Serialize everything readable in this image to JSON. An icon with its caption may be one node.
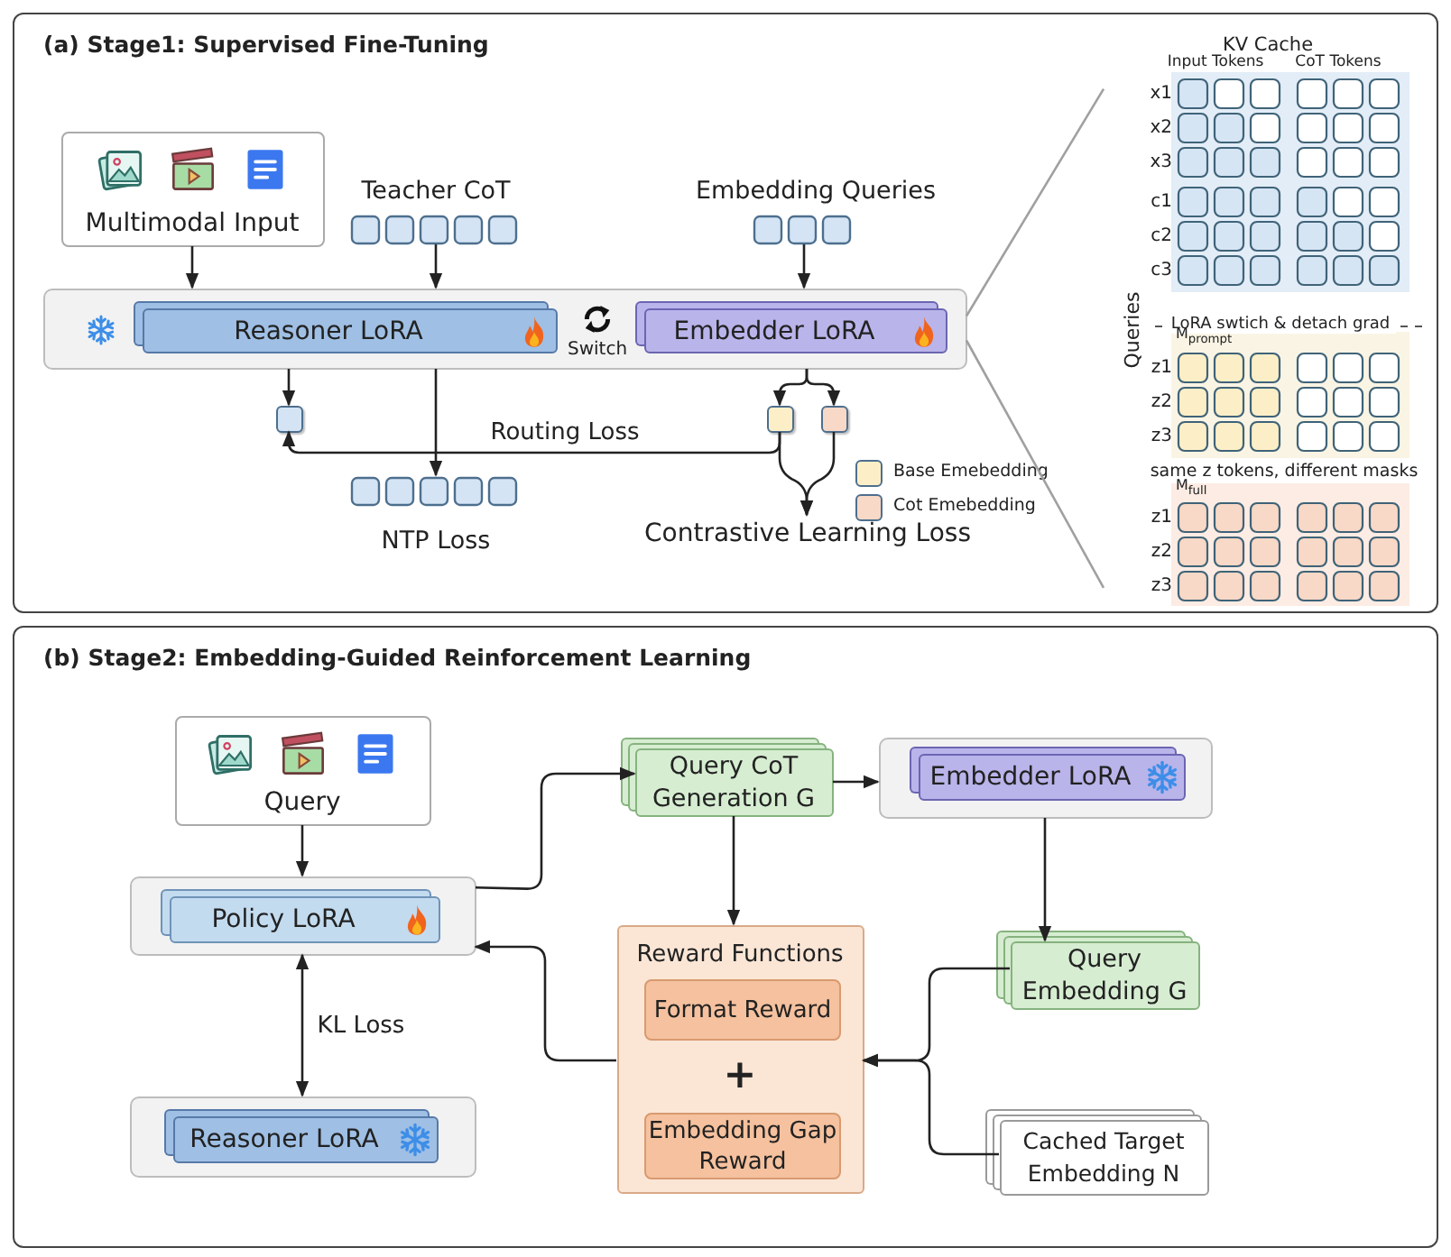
{
  "diagram": {
    "nodes": [
      {
        "text": [
          "(a) Stage1: Supervised Fine-Tuning"
        ]
      },
      {
        "text": [
          "Multimodal Input"
        ],
        "in": 0
      },
      {
        "text": [
          "Teacher CoT"
        ],
        "in": 0
      },
      {
        "text": [
          "Embedding Queries"
        ],
        "in": 0
      },
      {
        "text": [],
        "shape": "box",
        "in": 0
      },
      {
        "text": [
          "Reasoner LoRA"
        ],
        "in": 4
      },
      {
        "text": [
          "Embedder LoRA"
        ],
        "in": 4
      },
      {
        "text": [],
        "shape": "box",
        "in": 0
      },
      {
        "text": [],
        "shape": "box",
        "in": 0
      },
      {
        "text": [],
        "shape": "box",
        "in": 0
      },
      {
        "text": [
          "NTP Loss"
        ],
        "in": 0
      },
      {
        "text": [
          "Contrastive Learning Loss"
        ],
        "in": 0
      },
      {
        "text": [
          "KV Cache"
        ],
        "in": 0
      },
      {
        "text": [
          "(b) Stage2: Embedding-Guided Reinforcement Learning"
        ]
      },
      {
        "text": [
          "Query"
        ],
        "in": 13
      },
      {
        "text": [],
        "shape": "box",
        "in": 13
      },
      {
        "text": [
          "Policy LoRA"
        ],
        "in": 15
      },
      {
        "text": [],
        "shape": "box",
        "in": 13
      },
      {
        "text": [
          "Reasoner LoRA"
        ],
        "in": 17
      },
      {
        "text": [
          "Query CoT Generation G"
        ],
        "in": 13
      },
      {
        "text": [],
        "shape": "box",
        "in": 13
      },
      {
        "text": [
          "Embedder LoRA"
        ],
        "in": 20
      },
      {
        "text": [
          "Query Embedding G"
        ],
        "in": 13
      },
      {
        "text": [
          "Reward Functions"
        ],
        "in": 13
      },
      {
        "text": [
          "Format Reward"
        ],
        "in": 23
      },
      {
        "text": [
          "Embedding Gap Reward"
        ],
        "in": 23
      },
      {
        "text": [
          "Cached Target Embedding N"
        ],
        "in": 13
      }
    ],
    "edges": [
      {
        "from": 1,
        "to": 4,
        "arrow": "to"
      },
      {
        "from": 2,
        "to": 4,
        "arrow": "to"
      },
      {
        "from": 3,
        "to": 4,
        "arrow": "to"
      },
      {
        "from": 4,
        "to": 7,
        "arrow": "to"
      },
      {
        "from": 4,
        "to": 10,
        "arrow": "to"
      },
      {
        "from": 4,
        "to": 8,
        "arrow": "to"
      },
      {
        "from": 4,
        "to": 9,
        "arrow": "to"
      },
      {
        "from": 8,
        "to": 11,
        "arrow": "to"
      },
      {
        "from": 9,
        "to": 11,
        "arrow": "to"
      },
      {
        "from": 8,
        "to": 7,
        "arrow": "to",
        "label": "Routing Loss"
      },
      {
        "from": 4,
        "to": 12,
        "arrow": "none",
        "color": "#a0a0a0"
      },
      {
        "from": 4,
        "to": 12,
        "arrow": "none",
        "color": "#a0a0a0"
      },
      {
        "from": 14,
        "to": 15,
        "arrow": "to"
      },
      {
        "from": 15,
        "to": 19,
        "arrow": "to"
      },
      {
        "from": 19,
        "to": 20,
        "arrow": "to"
      },
      {
        "from": 19,
        "to": 23,
        "arrow": "to"
      },
      {
        "from": 20,
        "to": 22,
        "arrow": "to"
      },
      {
        "from": 22,
        "to": 23,
        "arrow": "to"
      },
      {
        "from": 26,
        "to": 23,
        "arrow": "to"
      },
      {
        "from": 23,
        "to": 15,
        "arrow": "to"
      },
      {
        "from": 15,
        "to": 17,
        "arrow": "both",
        "label": "KL Loss"
      }
    ],
    "labels": [
      "Switch",
      "Input Tokens",
      "CoT Tokens",
      "Queries",
      "x1",
      "x2",
      "x3",
      "c1",
      "c2",
      "c3",
      "LoRA swtich & detach grad",
      "M$_{prompt}$",
      "z1",
      "z2",
      "z3",
      "same z tokens, different masks",
      "M$_{full}$",
      "z1",
      "z2",
      "z3",
      "+"
    ],
    "legend": [
      {
        "text": "Base Emebedding",
        "color": "#fcefc7"
      },
      {
        "text": "Cot Emebedding",
        "color": "#f8d8c6"
      }
    ]
  }
}
